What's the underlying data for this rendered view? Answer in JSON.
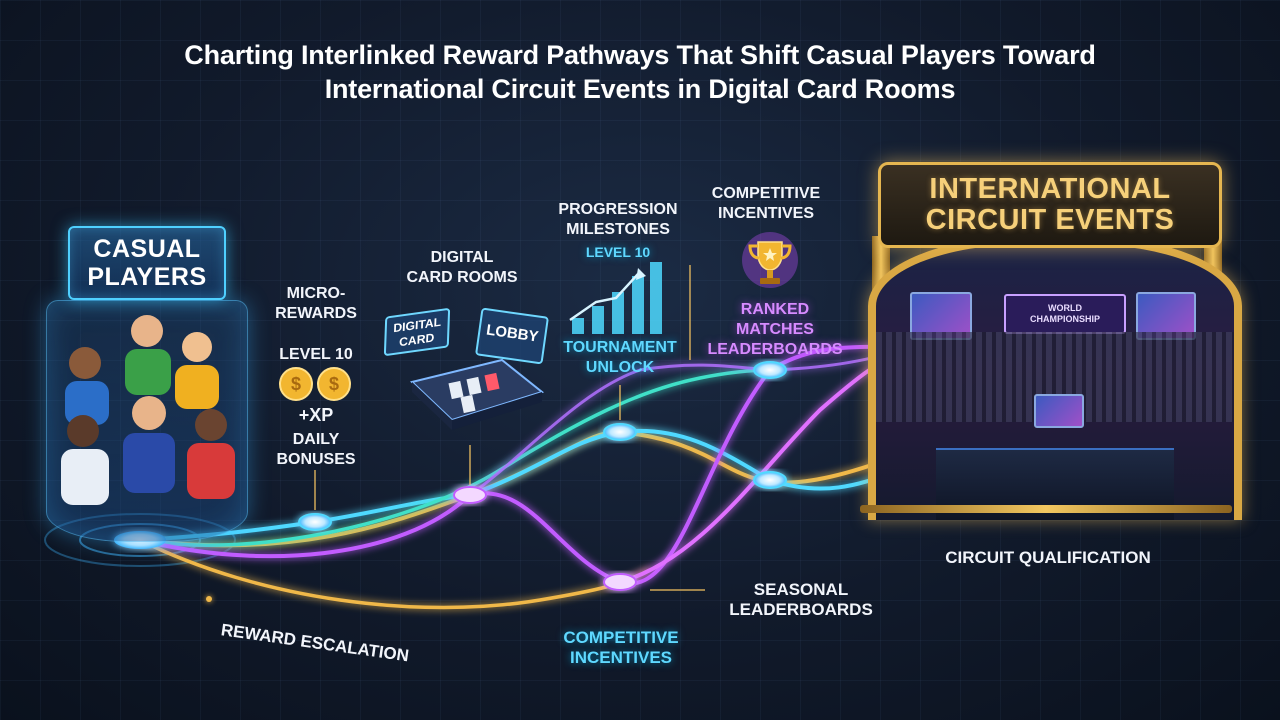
{
  "title_line1": "Charting Interlinked Reward Pathways That Shift Casual Players Toward",
  "title_line2": "International Circuit Events in Digital Card Rooms",
  "casual_players": {
    "line1": "CASUAL",
    "line2": "PLAYERS"
  },
  "international": {
    "line1": "INTERNATIONAL",
    "line2": "CIRCUIT EVENTS",
    "screen_text_1": "WORLD",
    "screen_text_2": "CHAMPIONSHIP"
  },
  "labels": {
    "micro_rewards_1": "MICRO-",
    "micro_rewards_2": "REWARDS",
    "level_10_a": "LEVEL 10",
    "xp": "+XP",
    "daily_bonuses_1": "DAILY",
    "daily_bonuses_2": "BONUSES",
    "digital_card_rooms_1": "DIGITAL",
    "digital_card_rooms_2": "CARD ROOMS",
    "digital_card_tag_1": "DIGITAL",
    "digital_card_tag_2": "CARD",
    "lobby": "LOBBY",
    "progression_1": "PROGRESSION",
    "progression_2": "MILESTONES",
    "level_10_b": "LEVEL 10",
    "tournament_1": "TOURNAMENT",
    "tournament_2": "UNLOCK",
    "competitive_top_1": "COMPETITIVE",
    "competitive_top_2": "INCENTIVES",
    "ranked_1": "RANKED",
    "ranked_2": "MATCHES",
    "ranked_3": "LEADERBOARDS",
    "circuit_qualification": "CIRCUIT QUALIFICATION",
    "seasonal_1": "SEASONAL",
    "seasonal_2": "LEADERBOARDS",
    "competitive_bottom_1": "COMPETITIVE",
    "competitive_bottom_2": "INCENTIVES",
    "reward_escalation": "REWARD ESCALATION"
  },
  "colors": {
    "cyan": "#4fd9ff",
    "purple": "#c25cff",
    "gold": "#f0b84a",
    "teal": "#3fe0c8",
    "magenta": "#e070ff"
  }
}
